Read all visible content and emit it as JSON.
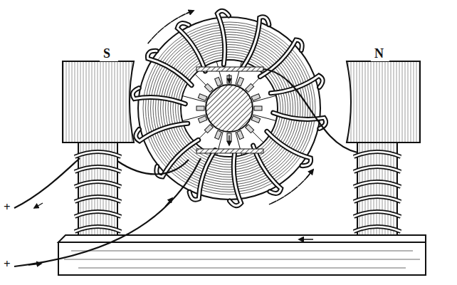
{
  "diagram": {
    "labels": [
      "S",
      "N",
      "+",
      "+"
    ]
  }
}
